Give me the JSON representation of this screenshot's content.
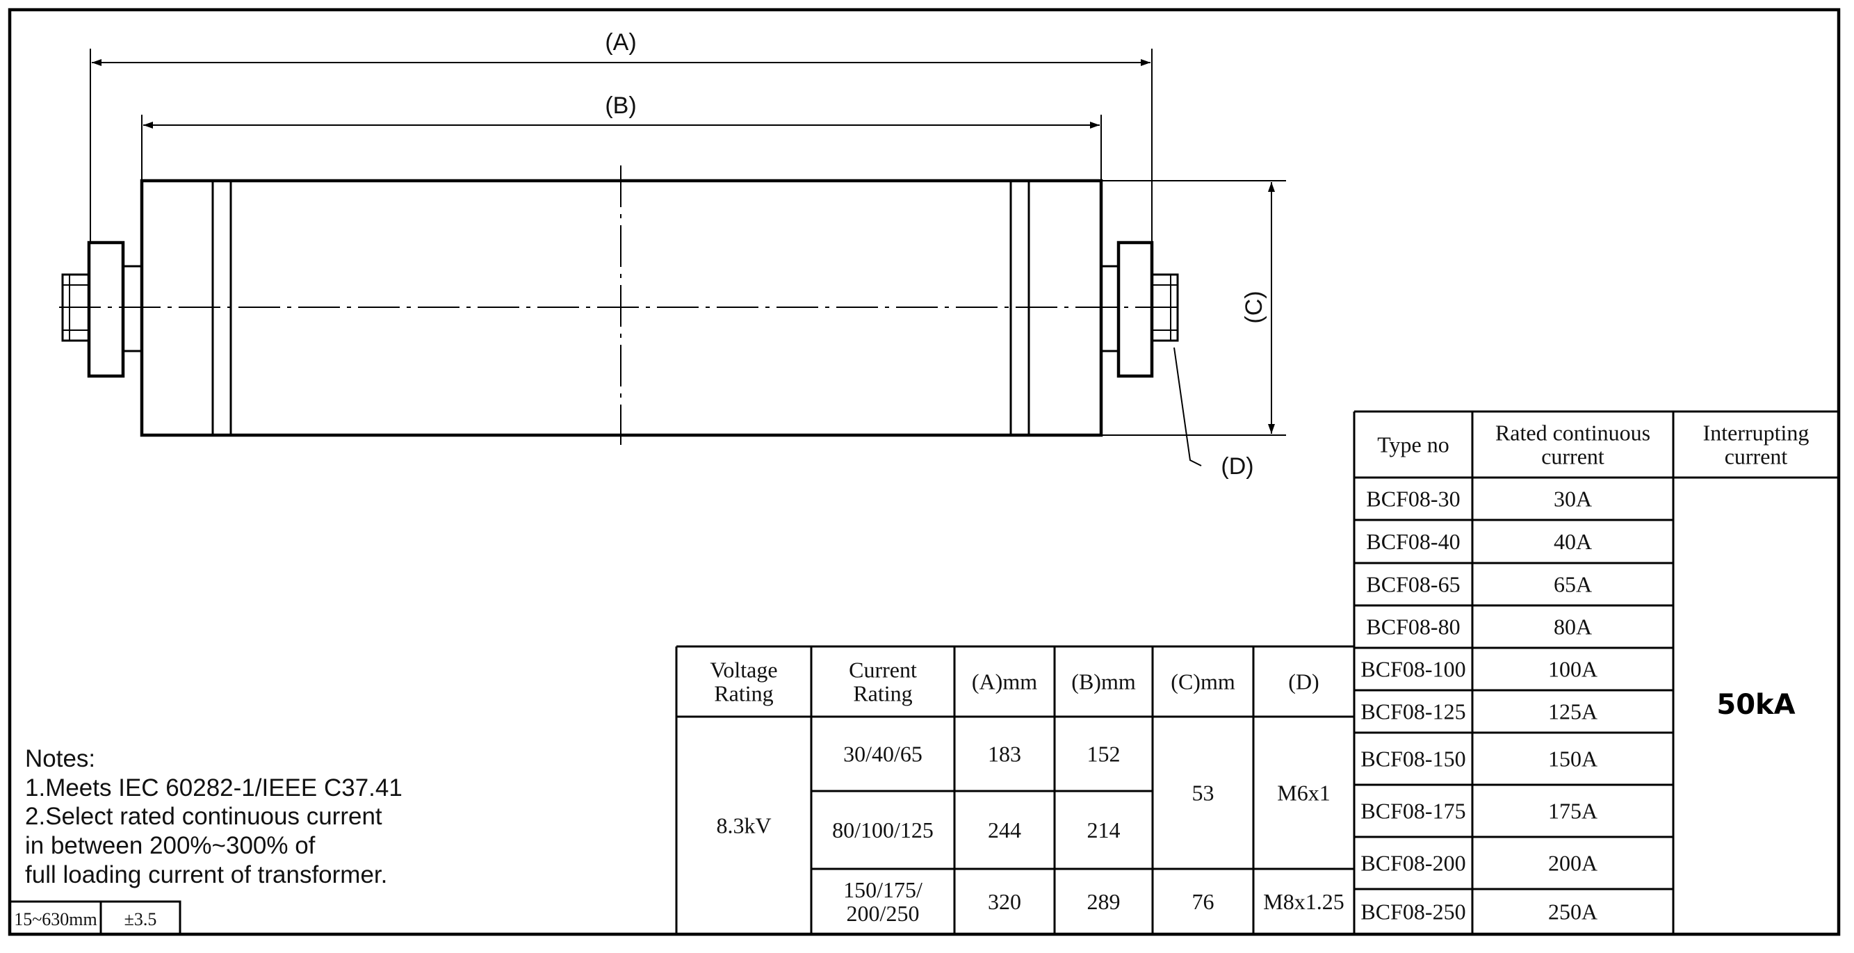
{
  "drawing": {
    "dim_a": "(A)",
    "dim_b": "(B)",
    "dim_c": "(C)",
    "dim_d": "(D)"
  },
  "notes": {
    "title": "Notes:",
    "lines": [
      "1.Meets IEC 60282-1/IEEE C37.41",
      "2.Select rated continuous current",
      "in between 200%~300% of",
      "full loading current of transformer."
    ]
  },
  "tolerance": {
    "range": "15~630mm",
    "value": "±3.5"
  },
  "dimension_table": {
    "headers": [
      [
        "Voltage",
        "Rating"
      ],
      [
        "Current",
        "Rating"
      ],
      [
        "(A)mm"
      ],
      [
        "(B)mm"
      ],
      [
        "(C)mm"
      ],
      [
        "(D)"
      ]
    ],
    "voltage": "8.3kV",
    "rows": [
      {
        "current": [
          "30/40/65"
        ],
        "a": "183",
        "b": "152"
      },
      {
        "current": [
          "80/100/125"
        ],
        "a": "244",
        "b": "214"
      },
      {
        "current": [
          "150/175/",
          "200/250"
        ],
        "a": "320",
        "b": "289"
      }
    ],
    "c_values": [
      "53",
      "76"
    ],
    "d_values": [
      "M6x1",
      "M8x1.25"
    ]
  },
  "type_table": {
    "headers": [
      [
        "Type no"
      ],
      [
        "Rated continuous",
        "current"
      ],
      [
        "Interrupting",
        "current"
      ]
    ],
    "rows": [
      {
        "type": "BCF08-30",
        "current": "30A"
      },
      {
        "type": "BCF08-40",
        "current": "40A"
      },
      {
        "type": "BCF08-65",
        "current": "65A"
      },
      {
        "type": "BCF08-80",
        "current": "80A"
      },
      {
        "type": "BCF08-100",
        "current": "100A"
      },
      {
        "type": "BCF08-125",
        "current": "125A"
      },
      {
        "type": "BCF08-150",
        "current": "150A"
      },
      {
        "type": "BCF08-175",
        "current": "175A"
      },
      {
        "type": "BCF08-200",
        "current": "200A"
      },
      {
        "type": "BCF08-250",
        "current": "250A"
      }
    ],
    "interrupting_current": "50kA"
  }
}
